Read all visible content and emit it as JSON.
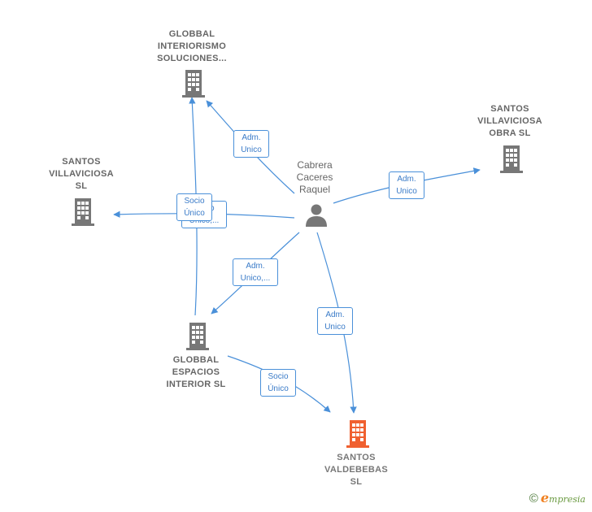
{
  "colors": {
    "edge": "#4a90d9",
    "building": "#777777",
    "building_target": "#f06030",
    "person": "#777777"
  },
  "nodes": {
    "globbal_interiorismo": {
      "lines": [
        "GLOBBAL",
        "INTERIORISMO",
        "SOLUCIONES..."
      ],
      "icon": "building-icon"
    },
    "santos_villaviciosa_obra": {
      "lines": [
        "SANTOS",
        "VILLAVICIOSA",
        "OBRA  SL"
      ],
      "icon": "building-icon"
    },
    "santos_villaviciosa": {
      "lines": [
        "SANTOS",
        "VILLAVICIOSA",
        "SL"
      ],
      "icon": "building-icon"
    },
    "cabrera": {
      "lines": [
        "Cabrera",
        "Caceres",
        "Raquel"
      ],
      "icon": "person-icon"
    },
    "globbal_espacios": {
      "lines": [
        "GLOBBAL",
        "ESPACIOS",
        "INTERIOR  SL"
      ],
      "icon": "building-icon"
    },
    "santos_valdebebas": {
      "lines": [
        "SANTOS",
        "VALDEBEBAS",
        "SL"
      ],
      "icon": "building-icon"
    }
  },
  "edges": {
    "adm_interiorismo": {
      "lines": [
        "Adm.",
        "Unico"
      ]
    },
    "adm_obra": {
      "lines": [
        "Adm.",
        "Unico"
      ]
    },
    "socio_villaviciosa_back": {
      "lines": [
        "Socio",
        "Único,..."
      ]
    },
    "socio_villaviciosa_front": {
      "lines": [
        "Socio",
        "Único"
      ]
    },
    "adm_espacios": {
      "lines": [
        "Adm.",
        "Unico,..."
      ]
    },
    "adm_valdebebas": {
      "lines": [
        "Adm.",
        "Unico"
      ]
    },
    "socio_valdebebas": {
      "lines": [
        "Socio",
        "Único"
      ]
    }
  },
  "footer": {
    "copyright_symbol": "©",
    "brand_first": "e",
    "brand_rest": "mpresia"
  }
}
